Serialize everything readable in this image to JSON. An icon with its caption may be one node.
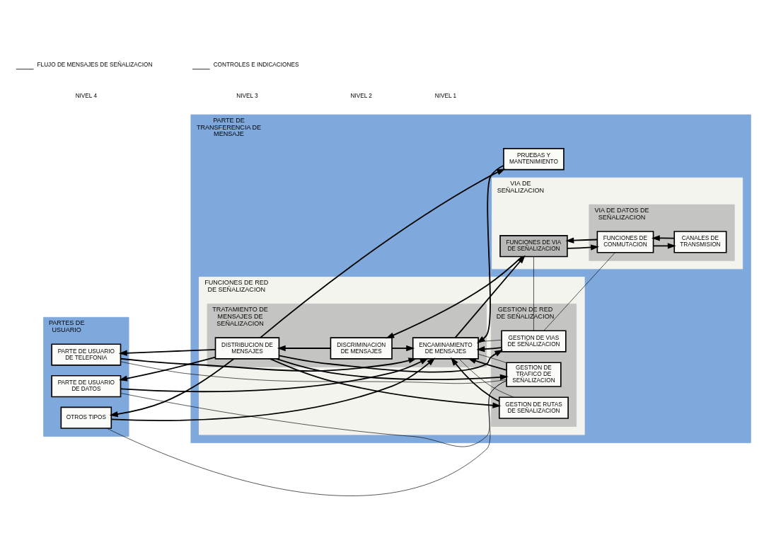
{
  "diagram": {
    "nodes": [
      {
        "text": [
          "PARTES DE USUARIO"
        ]
      },
      {
        "text": [
          "PARTE DE USUARIO DE TELEFONIA"
        ],
        "in": 0
      },
      {
        "text": [
          "PARTE DE USUARIO DE DATOS"
        ],
        "in": 0
      },
      {
        "text": [
          "OTROS TIPOS"
        ],
        "in": 0
      },
      {
        "text": [
          "PARTE DE TRANSFERENCIA DE MENSAJE"
        ]
      },
      {
        "text": [
          "FUNCIONES DE RED DE SEÑALIZACION"
        ],
        "in": 4
      },
      {
        "text": [
          "TRATAMIENTO DE MENSAJES DE SEÑALIZACION"
        ],
        "in": 5
      },
      {
        "text": [
          "DISTRIBUCION DE MENSAJES"
        ],
        "in": 6
      },
      {
        "text": [
          "DISCRIMINACION DE MENSAJES"
        ],
        "in": 6
      },
      {
        "text": [
          "ENCAMINAMIENTO DE MENSAJES"
        ],
        "in": 6
      },
      {
        "text": [
          "GESTION DE RED DE SEÑALIZACION"
        ],
        "in": 5
      },
      {
        "text": [
          "GESTION DE TRAFICO DE SEÑALIZACION"
        ],
        "in": 10
      },
      {
        "text": [
          "GESTION DE RUTAS DE SEÑALIZACION"
        ],
        "in": 10
      },
      {
        "text": [
          "GESTION DE VIAS DE SEÑALIZACION"
        ],
        "in": 10
      },
      {
        "text": [
          "VIA DE SEÑALIZACION"
        ],
        "in": 4
      },
      {
        "text": [
          "FUNCIONES DE VIA DE SEÑALIZACION"
        ],
        "in": 14
      },
      {
        "text": [
          "VIA DE DATOS DE SEÑALIZACION"
        ],
        "in": 14
      },
      {
        "text": [
          "FUNCIONES DE CONMUTACION"
        ],
        "in": 16
      },
      {
        "text": [
          "CANALES DE TRANSMISION"
        ],
        "in": 16
      },
      {
        "text": [
          "PRUEBAS Y MANTENIMIENTO"
        ],
        "in": 4
      }
    ],
    "edges": [
      {
        "from": 7,
        "to": 1,
        "arrow": "to"
      },
      {
        "from": 7,
        "to": 2,
        "arrow": "to"
      },
      {
        "from": 7,
        "to": 3,
        "arrow": "to"
      },
      {
        "from": 7,
        "to": 11,
        "arrow": "to"
      },
      {
        "from": 7,
        "to": 12,
        "arrow": "to"
      },
      {
        "from": 7,
        "to": 13,
        "arrow": "to"
      },
      {
        "from": 7,
        "to": 19,
        "arrow": "to"
      },
      {
        "from": 1,
        "to": 9,
        "arrow": "to"
      },
      {
        "from": 2,
        "to": 9,
        "arrow": "to"
      },
      {
        "from": 3,
        "to": 9,
        "arrow": "to"
      },
      {
        "from": 11,
        "to": 9,
        "arrow": "to"
      },
      {
        "from": 12,
        "to": 9,
        "arrow": "to"
      },
      {
        "from": 13,
        "to": 9,
        "arrow": "to"
      },
      {
        "from": 19,
        "to": 9,
        "arrow": "to"
      },
      {
        "from": 8,
        "to": 7,
        "arrow": "to"
      },
      {
        "from": 8,
        "to": 9,
        "arrow": "to"
      },
      {
        "from": 9,
        "to": 15,
        "arrow": "to"
      },
      {
        "from": 15,
        "to": 8,
        "arrow": "to"
      },
      {
        "from": 15,
        "to": 17,
        "arrow": "to"
      },
      {
        "from": 17,
        "to": 15,
        "arrow": "to"
      },
      {
        "from": 17,
        "to": 18,
        "arrow": "to"
      },
      {
        "from": 18,
        "to": 17,
        "arrow": "to"
      },
      {
        "from": 1,
        "to": 11,
        "arrow": "none"
      },
      {
        "from": 2,
        "to": 11,
        "arrow": "none"
      },
      {
        "from": 3,
        "to": 11,
        "arrow": "none"
      },
      {
        "from": 11,
        "to": 9,
        "arrow": "none"
      },
      {
        "from": 12,
        "to": 9,
        "arrow": "none"
      },
      {
        "from": 13,
        "to": 9,
        "arrow": "none"
      },
      {
        "from": 13,
        "to": 15,
        "arrow": "none"
      },
      {
        "from": 13,
        "to": 17,
        "arrow": "none"
      }
    ],
    "labels": [
      "NIVEL 4",
      "NIVEL 3",
      "NIVEL 2",
      "NIVEL 1"
    ],
    "legend": [
      {
        "text": "FLUJO DE MENSAJES DE SEÑALIZACION"
      },
      {
        "text": "CONTROLES E INDICACIONES"
      }
    ]
  }
}
